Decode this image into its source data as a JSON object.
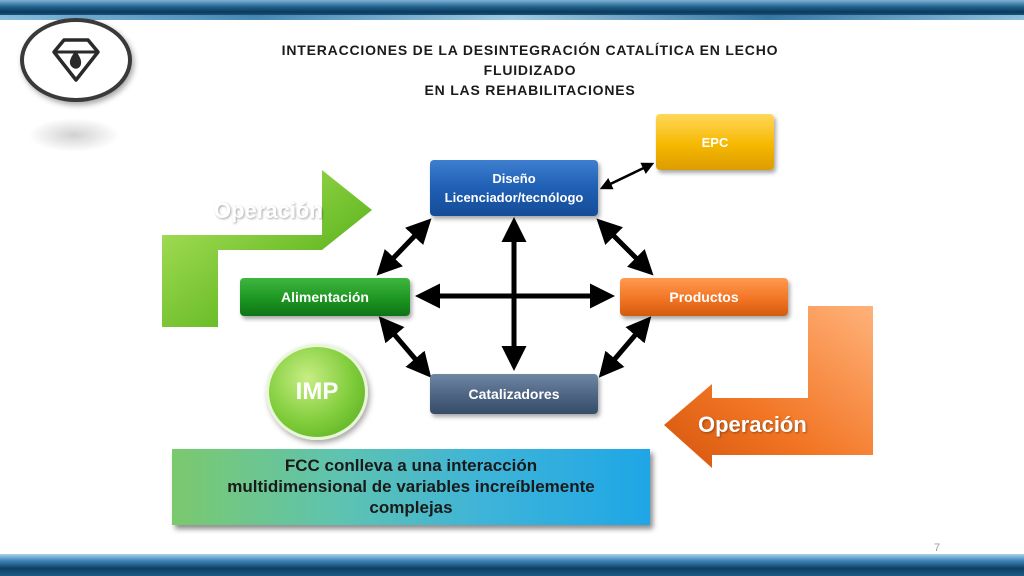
{
  "slide": {
    "title_lines": [
      "INTERACCIONES DE LA DESINTEGRACIÓN CATALÍTICA EN LECHO",
      "FLUIDIZADO",
      "EN LAS REHABILITACIONES"
    ],
    "page_number": "7"
  },
  "nodes": {
    "diseno_line1": "Diseño",
    "diseno_line2": "Licenciador/tecnólogo",
    "epc": "EPC",
    "alimentacion": "Alimentación",
    "productos": "Productos",
    "catalizadores": "Catalizadores"
  },
  "badges": {
    "imp": "IMP"
  },
  "operation_arrows": {
    "left_label": "Operación",
    "right_label": "Operación"
  },
  "note": {
    "lines": [
      "FCC conlleva a una interacción",
      "multidimensional de variables increíblemente",
      "complejas"
    ]
  },
  "colors": {
    "blue": "#1f5fb4",
    "yellow": "#f6b800",
    "green": "#1d9622",
    "orange": "#f27524",
    "slate": "#4c6482",
    "lime": "#7fcc3a"
  }
}
